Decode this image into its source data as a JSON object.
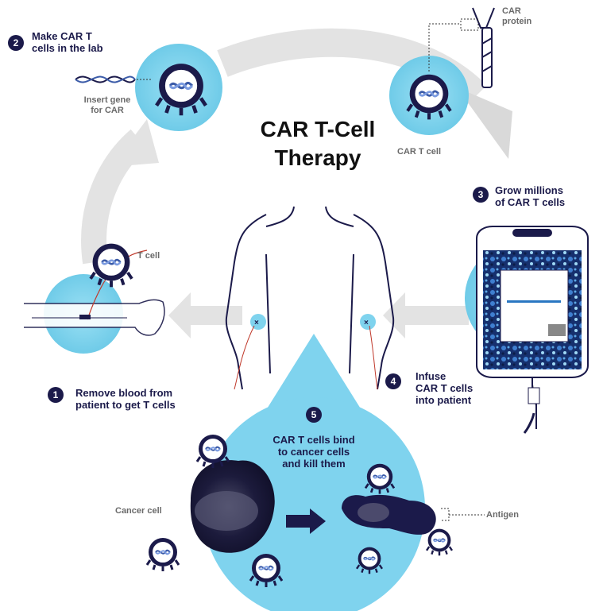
{
  "title": "CAR T-Cell\nTherapy",
  "steps": [
    {
      "number": "1",
      "text": "Remove blood from\npatient to get T cells"
    },
    {
      "number": "2",
      "text": "Make CAR T\ncells in the lab"
    },
    {
      "number": "3",
      "text": "Grow millions\nof CAR T cells"
    },
    {
      "number": "4",
      "text": "Infuse\nCAR T cells\ninto patient"
    },
    {
      "number": "5",
      "text": "CAR T cells bind\nto cancer cells\nand kill them"
    }
  ],
  "labels": {
    "insert_gene": "Insert gene\nfor CAR",
    "car_protein": "CAR\nprotein",
    "car_t_cell": "CAR T cell",
    "t_cell": "T cell",
    "cancer_cell": "Cancer cell",
    "antigen": "Antigen"
  },
  "colors": {
    "accent_light_blue": "#7fd3ee",
    "navy": "#1b1a4a",
    "arrow_gray": "#e3e3e3",
    "blood_red": "#c0392b"
  }
}
